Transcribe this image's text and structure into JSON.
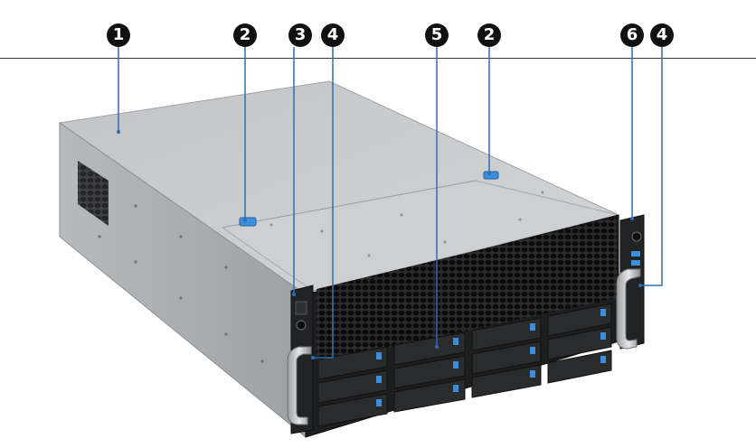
{
  "callouts": [
    {
      "id": "c1",
      "label": "1"
    },
    {
      "id": "c2a",
      "label": "2"
    },
    {
      "id": "c3",
      "label": "3"
    },
    {
      "id": "c4a",
      "label": "4"
    },
    {
      "id": "c5",
      "label": "5"
    },
    {
      "id": "c2b",
      "label": "2"
    },
    {
      "id": "c6",
      "label": "6"
    },
    {
      "id": "c4b",
      "label": "4"
    }
  ],
  "colors": {
    "callout_bg": "#111111",
    "leader_line": "#2f6db5",
    "chassis_top": "#c9cbcd",
    "chassis_side": "#a9acaf",
    "bezel": "#1d1e20",
    "drive_tray": "#2a2b2d",
    "accent_blue": "#3c8fdc"
  },
  "icons": [
    "server-chassis",
    "drive-bay",
    "handle",
    "usb-port",
    "power-button",
    "release-latch"
  ]
}
